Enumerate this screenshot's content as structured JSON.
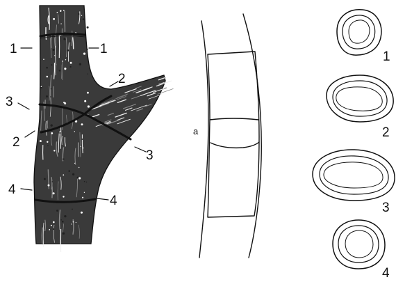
{
  "figure": {
    "left_labels": [
      "1",
      "1",
      "2",
      "3",
      "2",
      "3",
      "4",
      "4"
    ],
    "middle_label": "a",
    "cross_section_labels": [
      "1",
      "2",
      "3",
      "4"
    ]
  }
}
